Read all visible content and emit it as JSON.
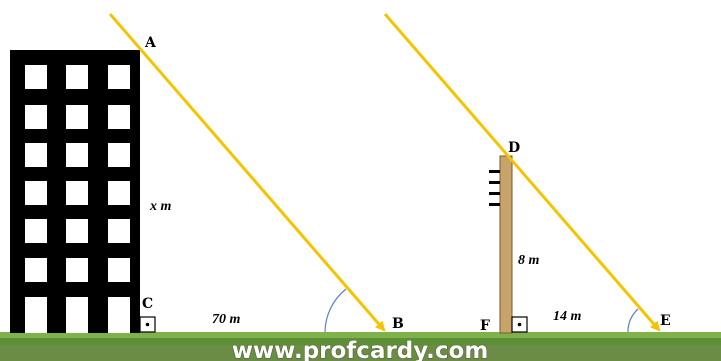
{
  "points": {
    "A": "A",
    "B": "B",
    "C": "C",
    "D": "D",
    "E": "E",
    "F": "F"
  },
  "measures": {
    "building_height": "x m",
    "building_shadow": "70 m",
    "pole_height": "8 m",
    "pole_shadow": "14 m"
  },
  "watermark": "www.profcardy.com",
  "colors": {
    "sun_ray": "#f5c400",
    "building": "#000000",
    "pole": "#c8a46a",
    "grass": "#4f8a2b",
    "angle_arc": "#5a7ec8"
  }
}
